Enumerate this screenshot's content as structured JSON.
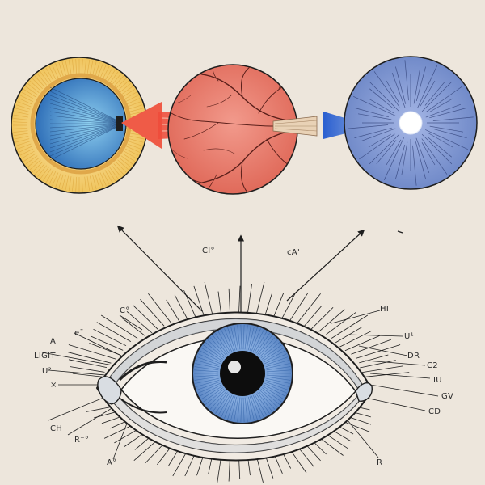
{
  "labels": {
    "top_left": "CI°",
    "top_right": "cA'",
    "left_upper": "C°",
    "left_a": "A",
    "left_e": "eˉ",
    "left_light": "LIGIT",
    "left_u": "U²",
    "left_x": "×",
    "left_ch": "CH",
    "left_r": "R⁻°",
    "bottom_a": "A°",
    "right_hi": "HI",
    "right_u": "U¹",
    "right_dr": "DR",
    "right_c2": "C2",
    "right_iu": "IU",
    "right_gv": "GV",
    "right_cd": "CD",
    "bottom_r": "R"
  },
  "colors": {
    "background": "#ede6dc",
    "ink": "#1e1e1e",
    "lens_yellow": "#f3d27a",
    "lens_blue": "#4a8ed0",
    "retina_red": "#e8786a",
    "optic_blue": "#7b94cf",
    "iris_blue": "#7ea6dc",
    "beam_red": "#ef6a4e",
    "beam_blue": "#3b6fd0"
  },
  "icons": [
    "lens-disc-icon",
    "retina-disc-icon",
    "optic-disc-icon",
    "eye-icon"
  ]
}
